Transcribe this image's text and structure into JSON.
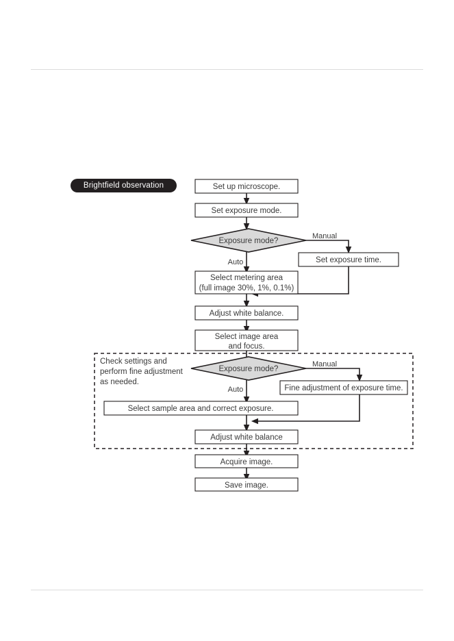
{
  "page": {
    "background_color": "#ffffff",
    "rule_color": "#dcdcdc",
    "ink_color": "#231f20",
    "diamond_fill": "#d9d9d9"
  },
  "badge": {
    "label": "Brightfield observation",
    "background_color": "#231f20",
    "text_color": "#ffffff"
  },
  "annotation": {
    "line1": "Check settings and",
    "line2": "perform fine adjustment",
    "line3": "as needed."
  },
  "chart_data": {
    "type": "diagram",
    "title": "Brightfield observation",
    "diagram_kind": "flowchart",
    "nodes": [
      {
        "id": "n1",
        "shape": "process",
        "label": "Set up microscope."
      },
      {
        "id": "n2",
        "shape": "process",
        "label": "Set exposure mode."
      },
      {
        "id": "d1",
        "shape": "decision",
        "label": "Exposure mode?"
      },
      {
        "id": "n3",
        "shape": "process",
        "label": "Set exposure time."
      },
      {
        "id": "n4",
        "shape": "process",
        "label_line1": "Select metering area",
        "label_line2": "(full image 30%, 1%, 0.1%)"
      },
      {
        "id": "n5",
        "shape": "process",
        "label": "Adjust white balance."
      },
      {
        "id": "n6",
        "shape": "process",
        "label_line1": "Select image area",
        "label_line2": "and focus."
      },
      {
        "id": "d2",
        "shape": "decision",
        "label": "Exposure mode?"
      },
      {
        "id": "n7",
        "shape": "process",
        "label": "Fine adjustment of exposure time."
      },
      {
        "id": "n8",
        "shape": "process",
        "label": "Select sample area and correct exposure."
      },
      {
        "id": "n9",
        "shape": "process",
        "label": "Adjust white balance"
      },
      {
        "id": "n10",
        "shape": "process",
        "label": "Acquire image."
      },
      {
        "id": "n11",
        "shape": "process",
        "label": "Save image."
      }
    ],
    "edges": [
      {
        "from": "n1",
        "to": "n2",
        "label": ""
      },
      {
        "from": "n2",
        "to": "d1",
        "label": ""
      },
      {
        "from": "d1",
        "to": "n3",
        "label": "Manual"
      },
      {
        "from": "d1",
        "to": "n4",
        "label": "Auto"
      },
      {
        "from": "n3",
        "to": "n5",
        "label": ""
      },
      {
        "from": "n4",
        "to": "n5",
        "label": ""
      },
      {
        "from": "n5",
        "to": "n6",
        "label": ""
      },
      {
        "from": "n6",
        "to": "d2",
        "label": ""
      },
      {
        "from": "d2",
        "to": "n7",
        "label": "Manual"
      },
      {
        "from": "d2",
        "to": "n8",
        "label": "Auto"
      },
      {
        "from": "n7",
        "to": "n9",
        "label": ""
      },
      {
        "from": "n8",
        "to": "n9",
        "label": ""
      },
      {
        "from": "n9",
        "to": "n10",
        "label": ""
      },
      {
        "from": "n10",
        "to": "n11",
        "label": ""
      }
    ],
    "edge_labels": {
      "manual_1": "Manual",
      "auto_1": "Auto",
      "manual_2": "Manual",
      "auto_2": "Auto"
    },
    "grouping_note": "Check settings and perform fine adjustment as needed."
  }
}
